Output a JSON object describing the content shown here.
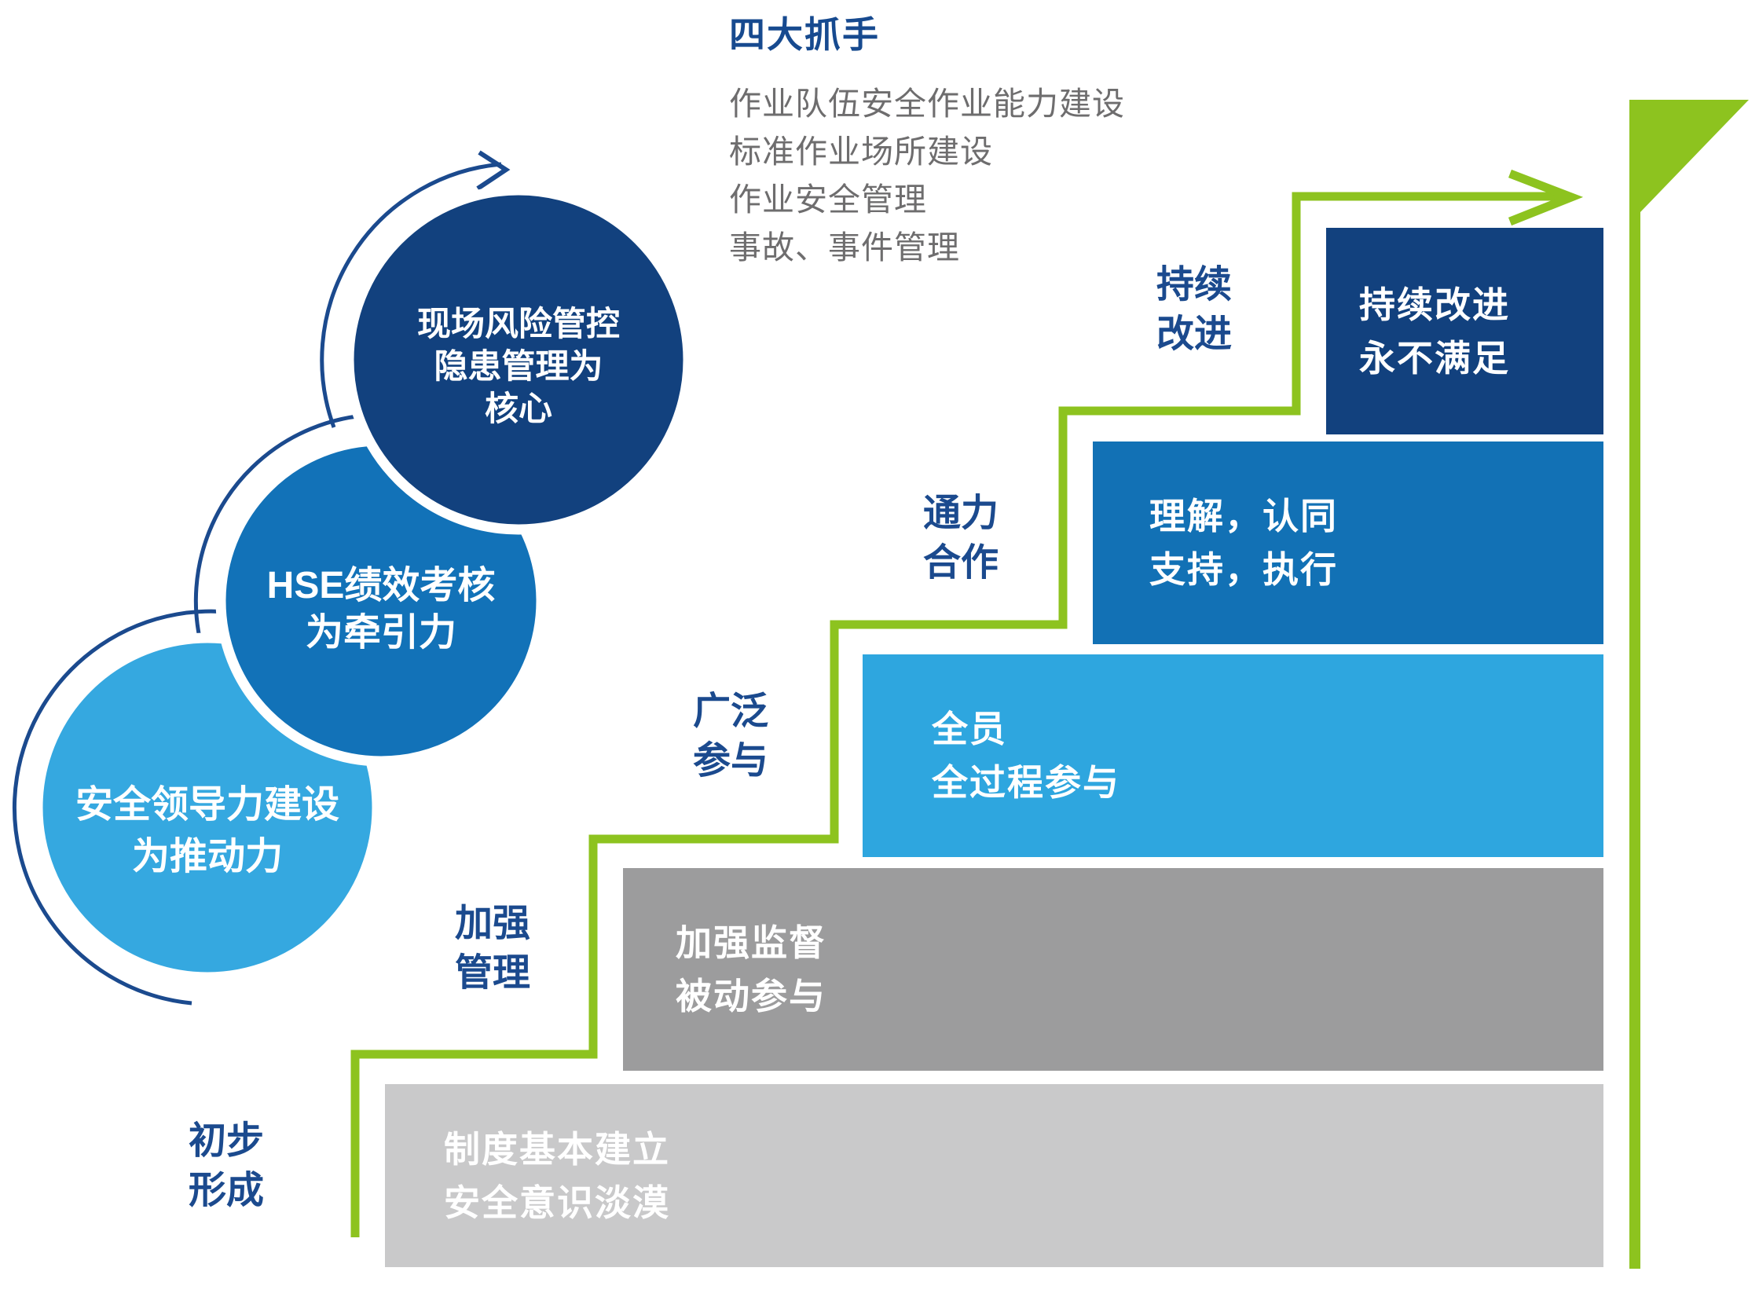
{
  "header": {
    "title": "四大抓手",
    "levers": [
      "作业队伍安全作业能力建设",
      "标准作业场所建设",
      "作业安全管理",
      "事故、事件管理"
    ]
  },
  "circles": [
    {
      "id": "light",
      "lines": [
        "安全领导力建设",
        "为推动力"
      ]
    },
    {
      "id": "medium",
      "lines": [
        "HSE绩效考核",
        "为牵引力"
      ]
    },
    {
      "id": "dark",
      "lines": [
        "现场风险管控",
        "隐患管理为",
        "核心"
      ]
    }
  ],
  "stages": [
    {
      "label_lines": [
        "初步",
        "形成"
      ],
      "box_lines": [
        "制度基本建立",
        "安全意识淡漠"
      ]
    },
    {
      "label_lines": [
        "加强",
        "管理"
      ],
      "box_lines": [
        "加强监督",
        "被动参与"
      ]
    },
    {
      "label_lines": [
        "广泛",
        "参与"
      ],
      "box_lines": [
        "全员",
        "全过程参与"
      ]
    },
    {
      "label_lines": [
        "通力",
        "合作"
      ],
      "box_lines": [
        "理解，认同",
        "支持，执行"
      ]
    },
    {
      "label_lines": [
        "持续",
        "改进"
      ],
      "box_lines": [
        "持续改进",
        "永不满足"
      ]
    }
  ],
  "colors": {
    "accent_green": "#8dc31f",
    "navy": "#12417e",
    "medium_blue": "#1271b5",
    "light_blue": "#2ea6df",
    "circle_light_blue": "#35a8e0",
    "circle_medium_blue": "#1272b8",
    "label_navy": "#1b4a8e",
    "title_blue": "#174a8f",
    "gray_dark_box": "#9c9c9d",
    "gray_light_box": "#c9c9ca",
    "gray_text": "#6e6d6e"
  }
}
